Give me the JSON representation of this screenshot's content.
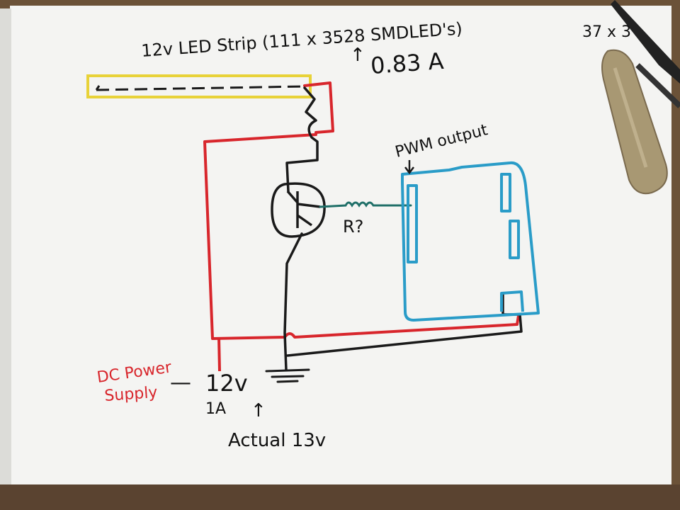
{
  "labels": {
    "strip_title": "12v LED Strip (111 x 3528 SMDLED's)",
    "current_arrow": "↑",
    "current_value": "0.83 A",
    "corner_note": "37 x 3",
    "pwm_label": "PWM output",
    "resistor_label": "R?",
    "supply_label_line1": "DC Power",
    "supply_label_line2": "Supply",
    "supply_dash": "—",
    "supply_voltage": "12v",
    "supply_current": "1A",
    "actual_arrow": "↑",
    "actual_voltage": "Actual 13v"
  },
  "colors": {
    "paper": "#f4f4f2",
    "background": "#6b5238",
    "wire_positive": "#d8262c",
    "wire_ground": "#1a1a1a",
    "strip_outline": "#e8d238",
    "board_outline": "#2a9cc8",
    "resistor_wire": "#1f6f68",
    "supply_text": "#d8262c"
  },
  "icons": {
    "pocket_knife": "pocket-knife-icon",
    "pen": "pen-icon"
  }
}
